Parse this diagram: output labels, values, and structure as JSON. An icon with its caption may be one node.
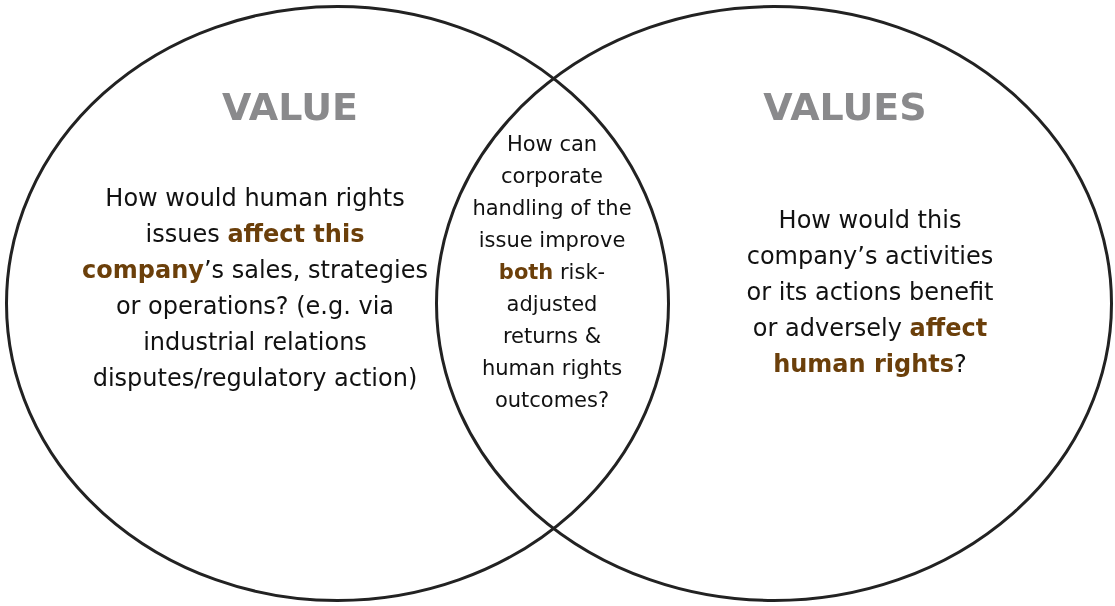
{
  "diagram": {
    "nodes": [
      {
        "text": [
          "VALUE",
          "How would human rights issues **affect this company**’s sales, strategies or operations? (e.g. via industrial relations disputes/regulatory action)"
        ]
      },
      {
        "text": [
          "VALUES",
          "How would this company’s activities or its actions benefit or adversely **affect human rights**?"
        ]
      },
      {
        "text": [
          "How can corporate handling of the issue improve **both** risk-adjusted returns & human rights outcomes?"
        ]
      }
    ],
    "edges": []
  }
}
